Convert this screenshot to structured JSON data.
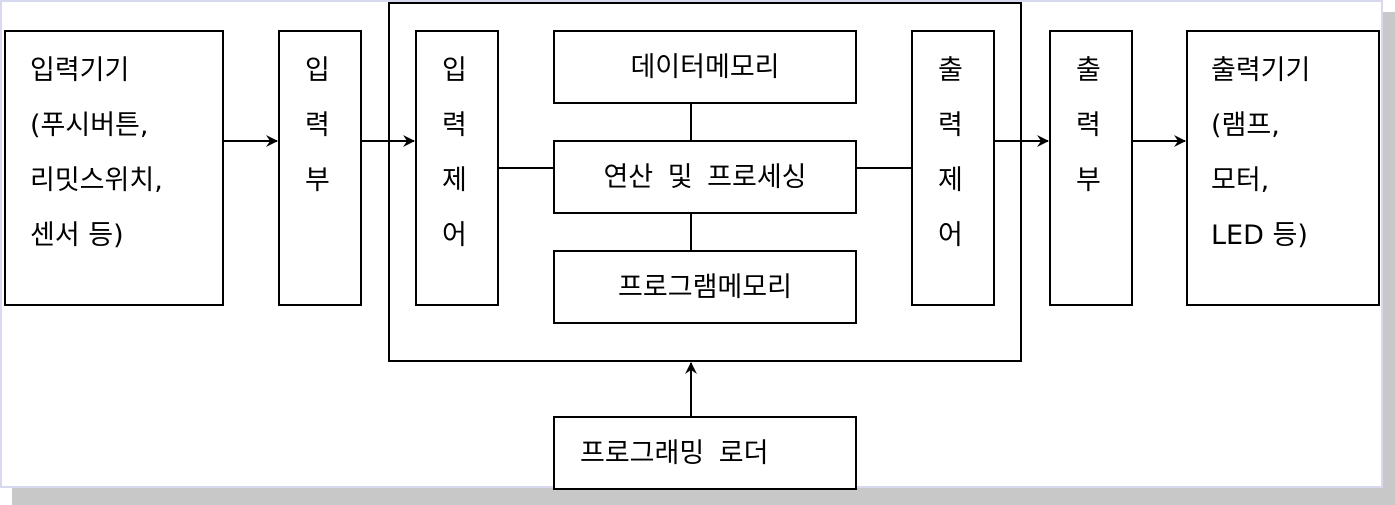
{
  "blocks": {
    "input_device": {
      "lines": [
        "입력기기",
        "(푸시버튼,",
        "리밋스위치,",
        "센서 등)"
      ]
    },
    "input_unit": {
      "chars": [
        "입",
        "력",
        "부"
      ]
    },
    "input_control": {
      "chars": [
        "입",
        "력",
        "제",
        "어"
      ]
    },
    "data_memory": {
      "label": "데이터메모리"
    },
    "processing": {
      "label": "연산 및 프로세싱"
    },
    "program_memory": {
      "label": "프로그램메모리"
    },
    "output_control": {
      "chars": [
        "출",
        "력",
        "제",
        "어"
      ]
    },
    "output_unit": {
      "chars": [
        "출",
        "력",
        "부"
      ]
    },
    "output_device": {
      "lines": [
        "출력기기",
        "(램프,",
        "모터,",
        "LED 등)"
      ]
    },
    "program_loader": {
      "label": "프로그래밍 로더"
    }
  },
  "colors": {
    "stroke": "#000000",
    "frame_border": "#d8d8f0",
    "shadow": "#c8c8c8",
    "background": "#ffffff"
  },
  "icons": [
    "arrow-right-icon",
    "arrow-up-icon"
  ]
}
